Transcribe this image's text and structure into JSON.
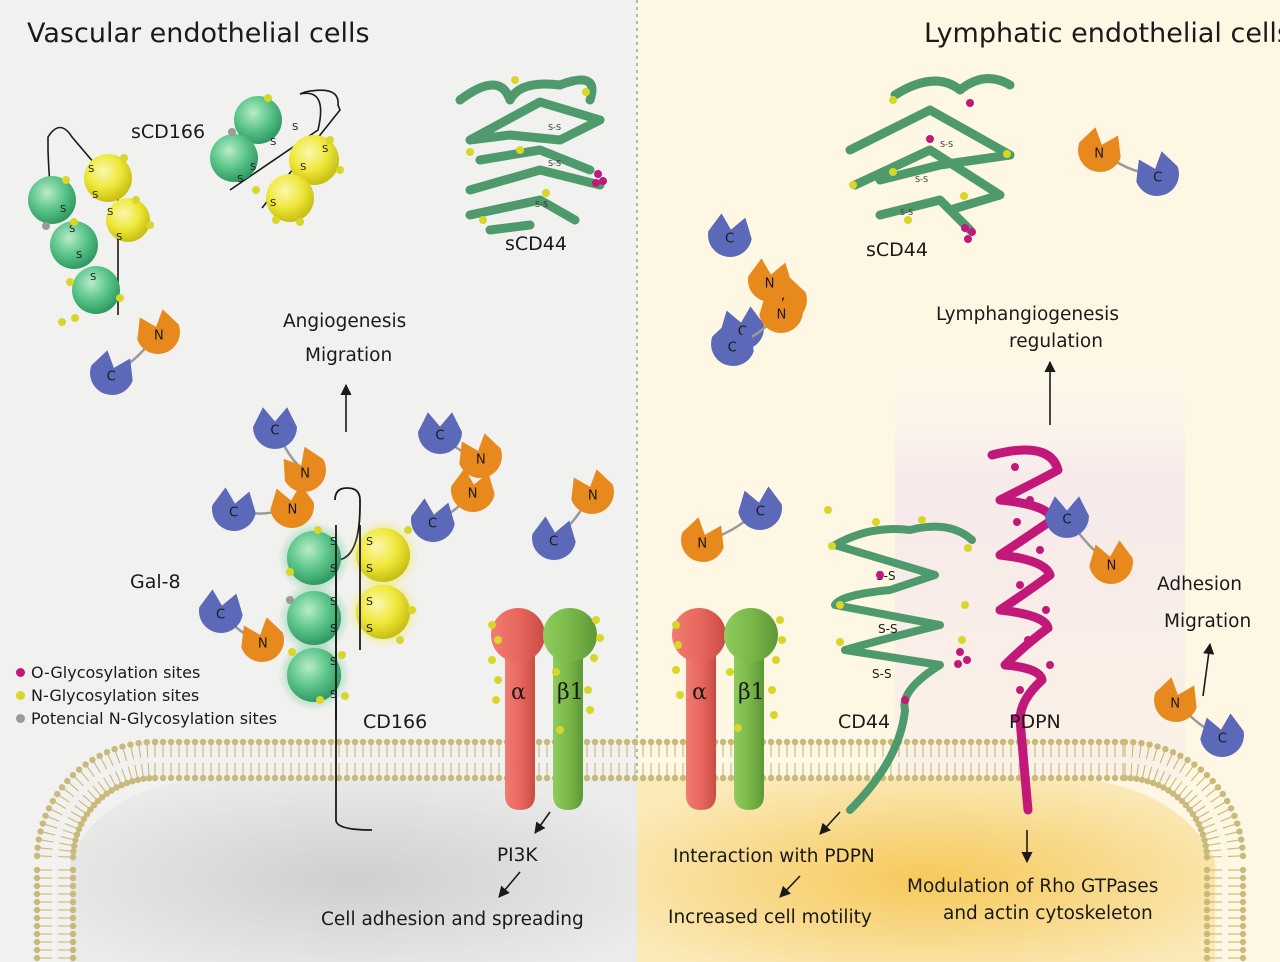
{
  "panels": {
    "left_title": "Vascular endothelial cells",
    "right_title": "Lymphatic endothelial cells"
  },
  "molecules": {
    "scd166": "sCD166",
    "scd44_left": "sCD44",
    "scd44_right": "sCD44",
    "gal8": "Gal-8",
    "cd166": "CD166",
    "cd44": "CD44",
    "pdpn": "PDPN",
    "alpha": "α",
    "beta1": "β1",
    "gal8_n": "N",
    "gal8_c": "C",
    "disulfide": "S-S",
    "s": "S"
  },
  "functions": {
    "angiogenesis": "Angiogenesis",
    "migration_left": "Migration",
    "pi3k": "PI3K",
    "cell_adhesion": "Cell adhesion and spreading",
    "lymph_line1": "Lymphangiogenesis",
    "lymph_line2": "regulation",
    "adhesion": "Adhesion",
    "migration_right": "Migration",
    "interaction": "Interaction with PDPN",
    "motility": "Increased cell motility",
    "rho_line1": "Modulation of Rho GTPases",
    "rho_line2": "and actin cytoskeleton"
  },
  "legend": [
    {
      "label": "O-Glycosylation sites",
      "color": "#c2187a"
    },
    {
      "label": "N-Glycosylation sites",
      "color": "#d9d62a"
    },
    {
      "label": "Potencial N-Glycosylation sites",
      "color": "#9a9a9a"
    }
  ],
  "colors": {
    "left_bg": "#f1f1f0",
    "right_bg": "#fdf7e3",
    "membrane": "#c9b97a",
    "green_ig": "#5cc58a",
    "yellow_ig": "#efe83a",
    "gal8_orange": "#e8891e",
    "gal8_blue": "#5b69b8",
    "cd44_green": "#4f9a6c",
    "pdpn_magenta": "#c2187a",
    "integrin_red": "#e8675e",
    "integrin_green": "#7ab84a"
  }
}
